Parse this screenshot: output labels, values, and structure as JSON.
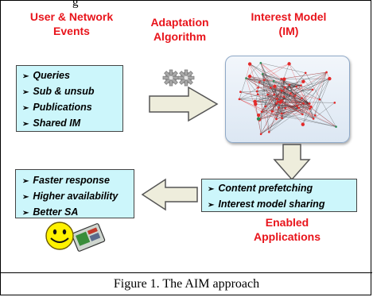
{
  "top_text": "g",
  "events": {
    "title_line1": "User & Network",
    "title_line2": "Events",
    "items": [
      "Queries",
      "Sub & unsub",
      "Publications",
      "Shared IM"
    ]
  },
  "adaptation": {
    "title_line1": "Adaptation",
    "title_line2": "Algorithm",
    "icon": "gears-icon"
  },
  "interest_model": {
    "title_line1": "Interest Model",
    "title_line2": "(IM)"
  },
  "apps": {
    "items": [
      "Content prefetching",
      "Interest model sharing"
    ],
    "title_line1": "Enabled",
    "title_line2": "Applications"
  },
  "benefits": {
    "items": [
      "Faster response",
      "Higher availability",
      "Better SA"
    ]
  },
  "caption": "Figure 1. The AIM approach",
  "colors": {
    "title_red": "#e8141b",
    "box_fill": "#ccf6fb",
    "arrow_fill": "#eeeddc",
    "arrow_stroke": "#555555",
    "graph_red": "#e32a2a",
    "smiley": "#fff200"
  }
}
